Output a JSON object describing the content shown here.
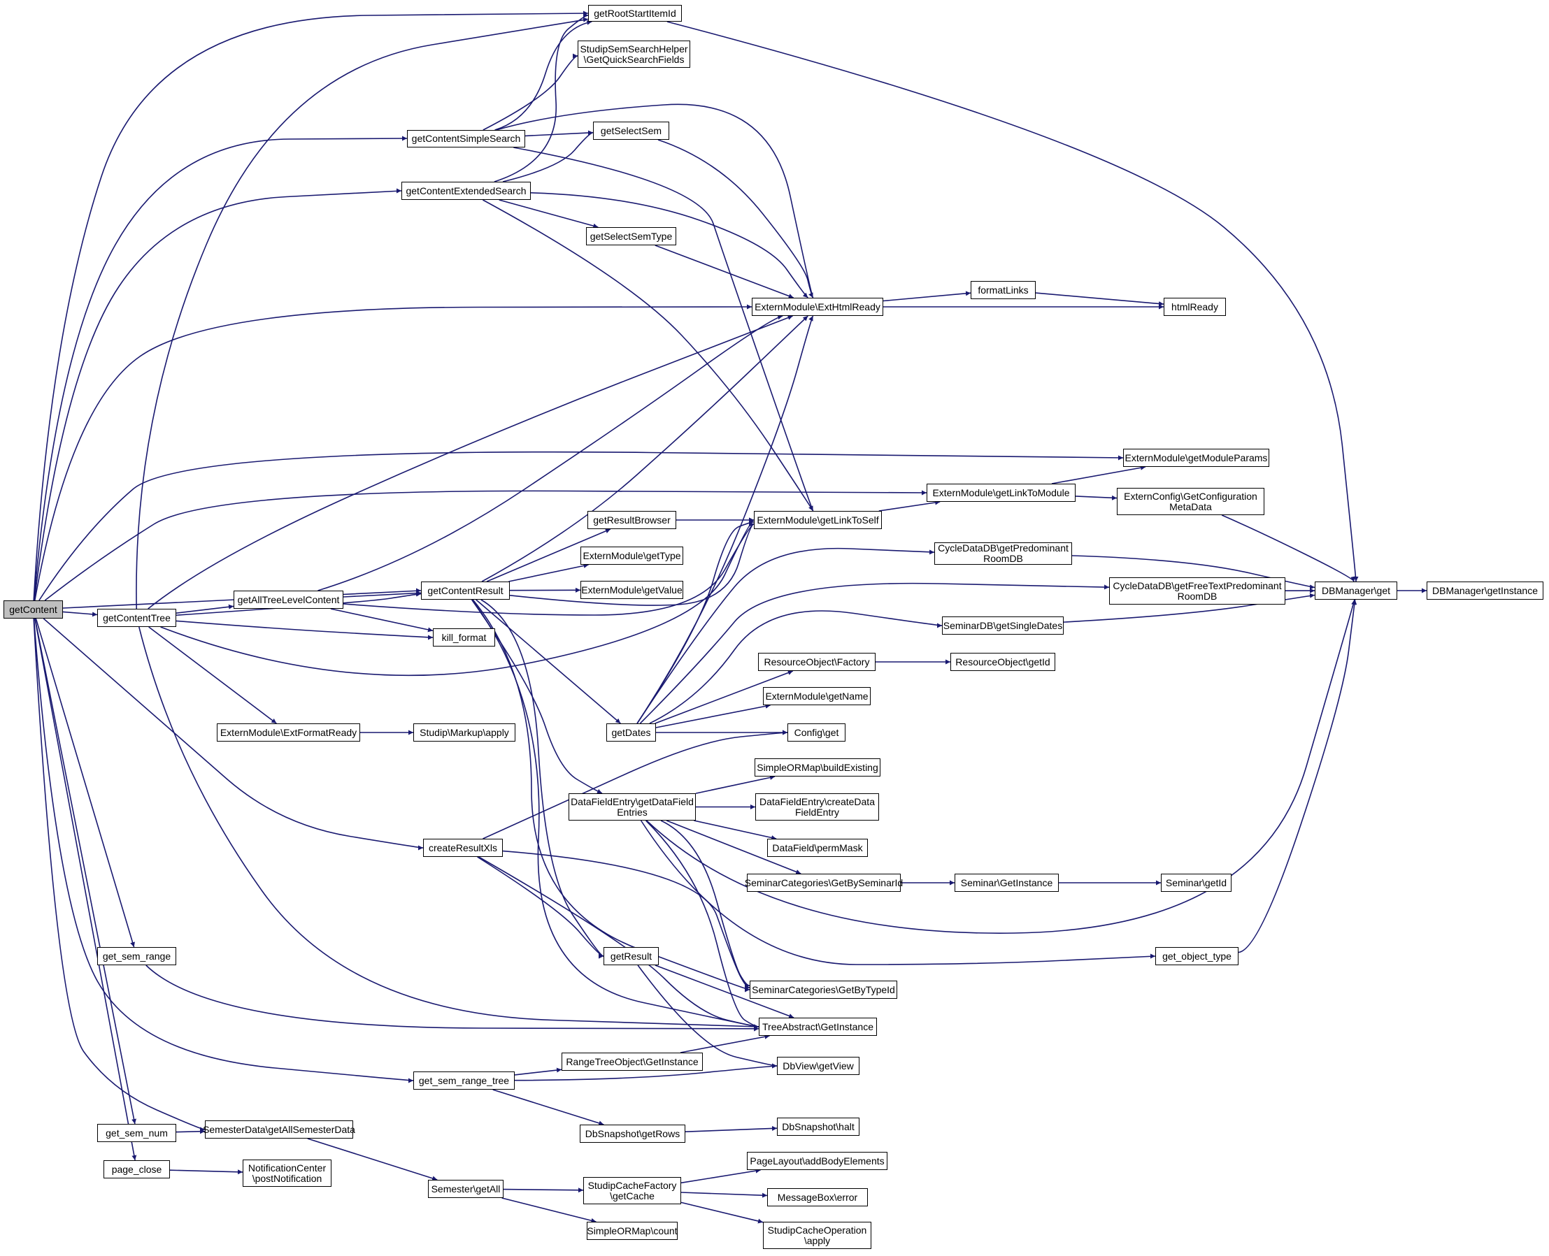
{
  "diagram": {
    "type": "call-graph",
    "edge_color": "#191970",
    "root_fill": "#bfbfbf",
    "nodes": [
      {
        "id": "getContent",
        "label": "getContent"
      },
      {
        "id": "getRootStartItemId",
        "label": "getRootStartItemId"
      },
      {
        "id": "GetQuickSearchFields",
        "label": "StudipSemSearchHelper\n\\GetQuickSearchFields"
      },
      {
        "id": "getContentSimpleSearch",
        "label": "getContentSimpleSearch"
      },
      {
        "id": "getSelectSem",
        "label": "getSelectSem"
      },
      {
        "id": "getContentExtendedSearch",
        "label": "getContentExtendedSearch"
      },
      {
        "id": "getSelectSemType",
        "label": "getSelectSemType"
      },
      {
        "id": "ExtHtmlReady",
        "label": "ExternModule\\ExtHtmlReady"
      },
      {
        "id": "formatLinks",
        "label": "formatLinks"
      },
      {
        "id": "htmlReady",
        "label": "htmlReady"
      },
      {
        "id": "getModuleParams",
        "label": "ExternModule\\getModuleParams"
      },
      {
        "id": "getLinkToModule",
        "label": "ExternModule\\getLinkToModule"
      },
      {
        "id": "GetConfigurationMetaData",
        "label": "ExternConfig\\GetConfiguration\nMetaData"
      },
      {
        "id": "getResultBrowser",
        "label": "getResultBrowser"
      },
      {
        "id": "getLinkToSelf",
        "label": "ExternModule\\getLinkToSelf"
      },
      {
        "id": "getType",
        "label": "ExternModule\\getType"
      },
      {
        "id": "getValue",
        "label": "ExternModule\\getValue"
      },
      {
        "id": "getContentResult",
        "label": "getContentResult"
      },
      {
        "id": "getPredominantRoomDB",
        "label": "CycleDataDB\\getPredominant\nRoomDB"
      },
      {
        "id": "getFreeTextPredominantRoomDB",
        "label": "CycleDataDB\\getFreeTextPredominant\nRoomDB"
      },
      {
        "id": "DBManagerGet",
        "label": "DBManager\\get"
      },
      {
        "id": "DBManagerGetInstance",
        "label": "DBManager\\getInstance"
      },
      {
        "id": "getContentTree",
        "label": "getContentTree"
      },
      {
        "id": "getAllTreeLevelContent",
        "label": "getAllTreeLevelContent"
      },
      {
        "id": "kill_format",
        "label": "kill_format"
      },
      {
        "id": "getSingleDates",
        "label": "SeminarDB\\getSingleDates"
      },
      {
        "id": "ResourceFactory",
        "label": "ResourceObject\\Factory"
      },
      {
        "id": "ResourceGetId",
        "label": "ResourceObject\\getId"
      },
      {
        "id": "getName",
        "label": "ExternModule\\getName"
      },
      {
        "id": "getDates",
        "label": "getDates"
      },
      {
        "id": "ConfigGet",
        "label": "Config\\get"
      },
      {
        "id": "ExtFormatReady",
        "label": "ExternModule\\ExtFormatReady"
      },
      {
        "id": "MarkupApply",
        "label": "Studip\\Markup\\apply"
      },
      {
        "id": "buildExisting",
        "label": "SimpleORMap\\buildExisting"
      },
      {
        "id": "getDataFieldEntries",
        "label": "DataFieldEntry\\getDataField\nEntries"
      },
      {
        "id": "createDataFieldEntry",
        "label": "DataFieldEntry\\createData\nFieldEntry"
      },
      {
        "id": "permMask",
        "label": "DataField\\permMask"
      },
      {
        "id": "createResultXls",
        "label": "createResultXls"
      },
      {
        "id": "GetBySeminarId",
        "label": "SeminarCategories\\GetBySeminarId"
      },
      {
        "id": "SeminarGetInstance",
        "label": "Seminar\\GetInstance"
      },
      {
        "id": "SeminarGetId",
        "label": "Seminar\\getId"
      },
      {
        "id": "get_sem_range",
        "label": "get_sem_range"
      },
      {
        "id": "getResult",
        "label": "getResult"
      },
      {
        "id": "get_object_type",
        "label": "get_object_type"
      },
      {
        "id": "GetByTypeId",
        "label": "SeminarCategories\\GetByTypeId"
      },
      {
        "id": "TreeAbstractGetInstance",
        "label": "TreeAbstract\\GetInstance"
      },
      {
        "id": "RangeTreeGetInstance",
        "label": "RangeTreeObject\\GetInstance"
      },
      {
        "id": "DbViewGetView",
        "label": "DbView\\getView"
      },
      {
        "id": "get_sem_range_tree",
        "label": "get_sem_range_tree"
      },
      {
        "id": "DbSnapshotGetRows",
        "label": "DbSnapshot\\getRows"
      },
      {
        "id": "DbSnapshotHalt",
        "label": "DbSnapshot\\halt"
      },
      {
        "id": "get_sem_num",
        "label": "get_sem_num"
      },
      {
        "id": "getAllSemesterData",
        "label": "SemesterData\\getAllSemesterData"
      },
      {
        "id": "page_close",
        "label": "page_close"
      },
      {
        "id": "postNotification",
        "label": "NotificationCenter\n\\postNotification"
      },
      {
        "id": "addBodyElements",
        "label": "PageLayout\\addBodyElements"
      },
      {
        "id": "SemesterGetAll",
        "label": "Semester\\getAll"
      },
      {
        "id": "getCache",
        "label": "StudipCacheFactory\n\\getCache"
      },
      {
        "id": "MessageBoxError",
        "label": "MessageBox\\error"
      },
      {
        "id": "SimpleORMapCount",
        "label": "SimpleORMap\\count"
      },
      {
        "id": "StudipCacheOperationApply",
        "label": "StudipCacheOperation\n\\apply"
      }
    ]
  }
}
